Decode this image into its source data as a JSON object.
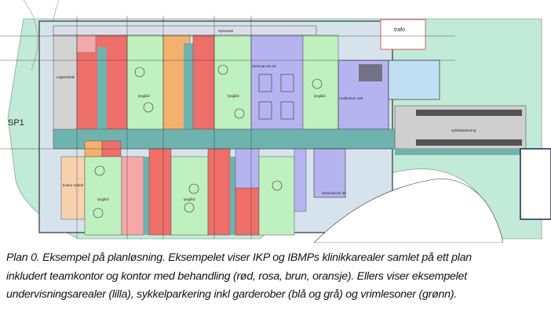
{
  "plan": {
    "site_label": "SP1",
    "road_label": "Nyksolvei",
    "trafo_label": "trafo",
    "storage_label": "Lagerlokale",
    "courtyard_label": "lysgård",
    "seminar_label": "Seminarrom 30",
    "seminar_label_2": "Seminarrom 36",
    "auditorium_label": "Auditorium 120",
    "bike_label": "sykkelparkering",
    "office_label": "kontor m/beh",
    "colors": {
      "site_green": "#c2ead8",
      "courtyard_green": "#bff0bf",
      "clinic_red": "#ee6f6a",
      "clinic_pink": "#f4a9a8",
      "clinic_orange": "#f4b16e",
      "clinic_peach": "#f7d2ae",
      "teaching_purple": "#b6b4f0",
      "corridor_teal": "#6fb3ae",
      "bike_gray": "#cfcfcf",
      "wardrobe_blue": "#bfe0f2"
    }
  },
  "caption": {
    "line1": "Plan 0. Eksempel på planløsning. Eksempelet viser IKP og IBMPs klinikkarealer samlet på ett plan",
    "line2": "inkludert teamkontor og kontor med behandling (rød, rosa, brun, oransje). Ellers viser eksempelet",
    "line3": "undervisningsarealer (lilla), sykkelparkering inkl garderober (blå og grå) og vrimlesoner (grønn)."
  }
}
